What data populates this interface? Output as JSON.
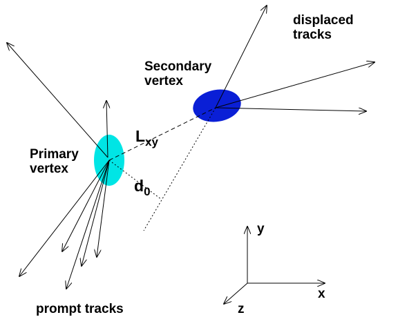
{
  "labels": {
    "displaced_tracks": "displaced\ntracks",
    "secondary_vertex": "Secondary\nvertex",
    "primary_vertex": "Primary\nvertex",
    "prompt_tracks": "prompt tracks",
    "lxy_main": "L",
    "lxy_sub": "xy",
    "d0_main": "d",
    "d0_sub": "0",
    "axis_x": "x",
    "axis_y": "y",
    "axis_z": "z"
  },
  "colors": {
    "primary_vertex": "#00e5e5",
    "secondary_vertex": "#0a1fd6",
    "ink": "#000000",
    "background": "#ffffff"
  }
}
